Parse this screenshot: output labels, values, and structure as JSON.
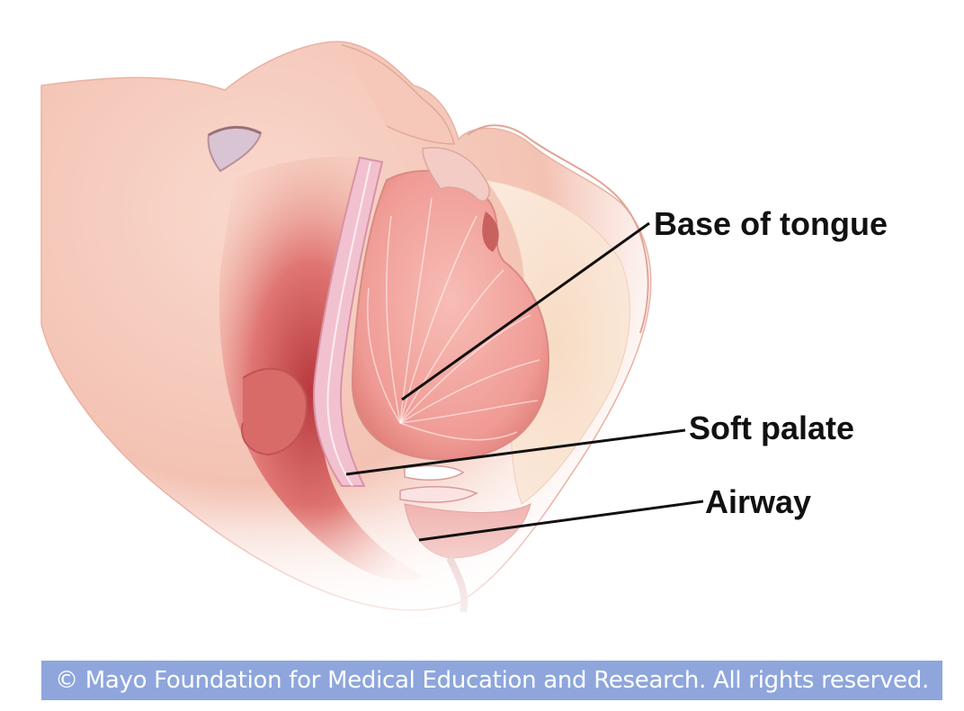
{
  "diagram": {
    "labels": {
      "tongue": "Base of tongue",
      "palate": "Soft palate",
      "airway": "Airway"
    }
  },
  "footer": {
    "copyright": "© Mayo Foundation for Medical Education and Research. All rights reserved."
  },
  "colors": {
    "copyright_bar": "#8ea6dc",
    "skin": "#f4c3b4",
    "tissue": "#e98b86",
    "tongue": "#f6b0ab",
    "deep_tissue": "#c84a4c"
  }
}
